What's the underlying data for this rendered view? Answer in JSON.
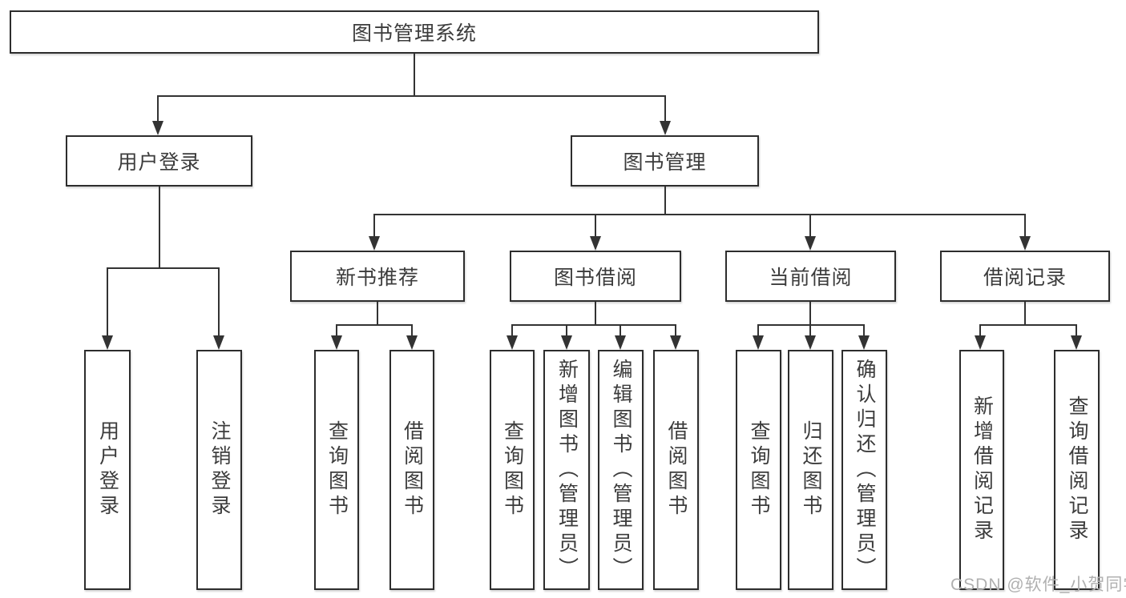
{
  "diagram": {
    "root": "图书管理系统",
    "level2": {
      "user_login": "用户登录",
      "book_mgmt": "图书管理"
    },
    "level3": {
      "new_books": "新书推荐",
      "book_borrow": "图书借阅",
      "current_borrow": "当前借阅",
      "borrow_records": "借阅记录"
    },
    "leaves": {
      "user_login": "用户登录",
      "logout": "注销登录",
      "nb_query": "查询图书",
      "nb_borrow": "借阅图书",
      "bw_query": "查询图书",
      "bw_add": "新增图书（管理员）",
      "bw_edit": "编辑图书（管理员）",
      "bw_borrow": "借阅图书",
      "cu_query": "查询图书",
      "cu_return": "归还图书",
      "cu_confirm": "确认归还（管理员）",
      "rc_add": "新增借阅记录",
      "rc_query": "查询借阅记录"
    }
  },
  "watermark": "CSDN @软件_小贺同学",
  "colors": {
    "line": "#333333",
    "box_border": "#2d2d2d",
    "text": "#3c3c3c",
    "watermark": "#b0b0b0",
    "background": "#ffffff"
  }
}
